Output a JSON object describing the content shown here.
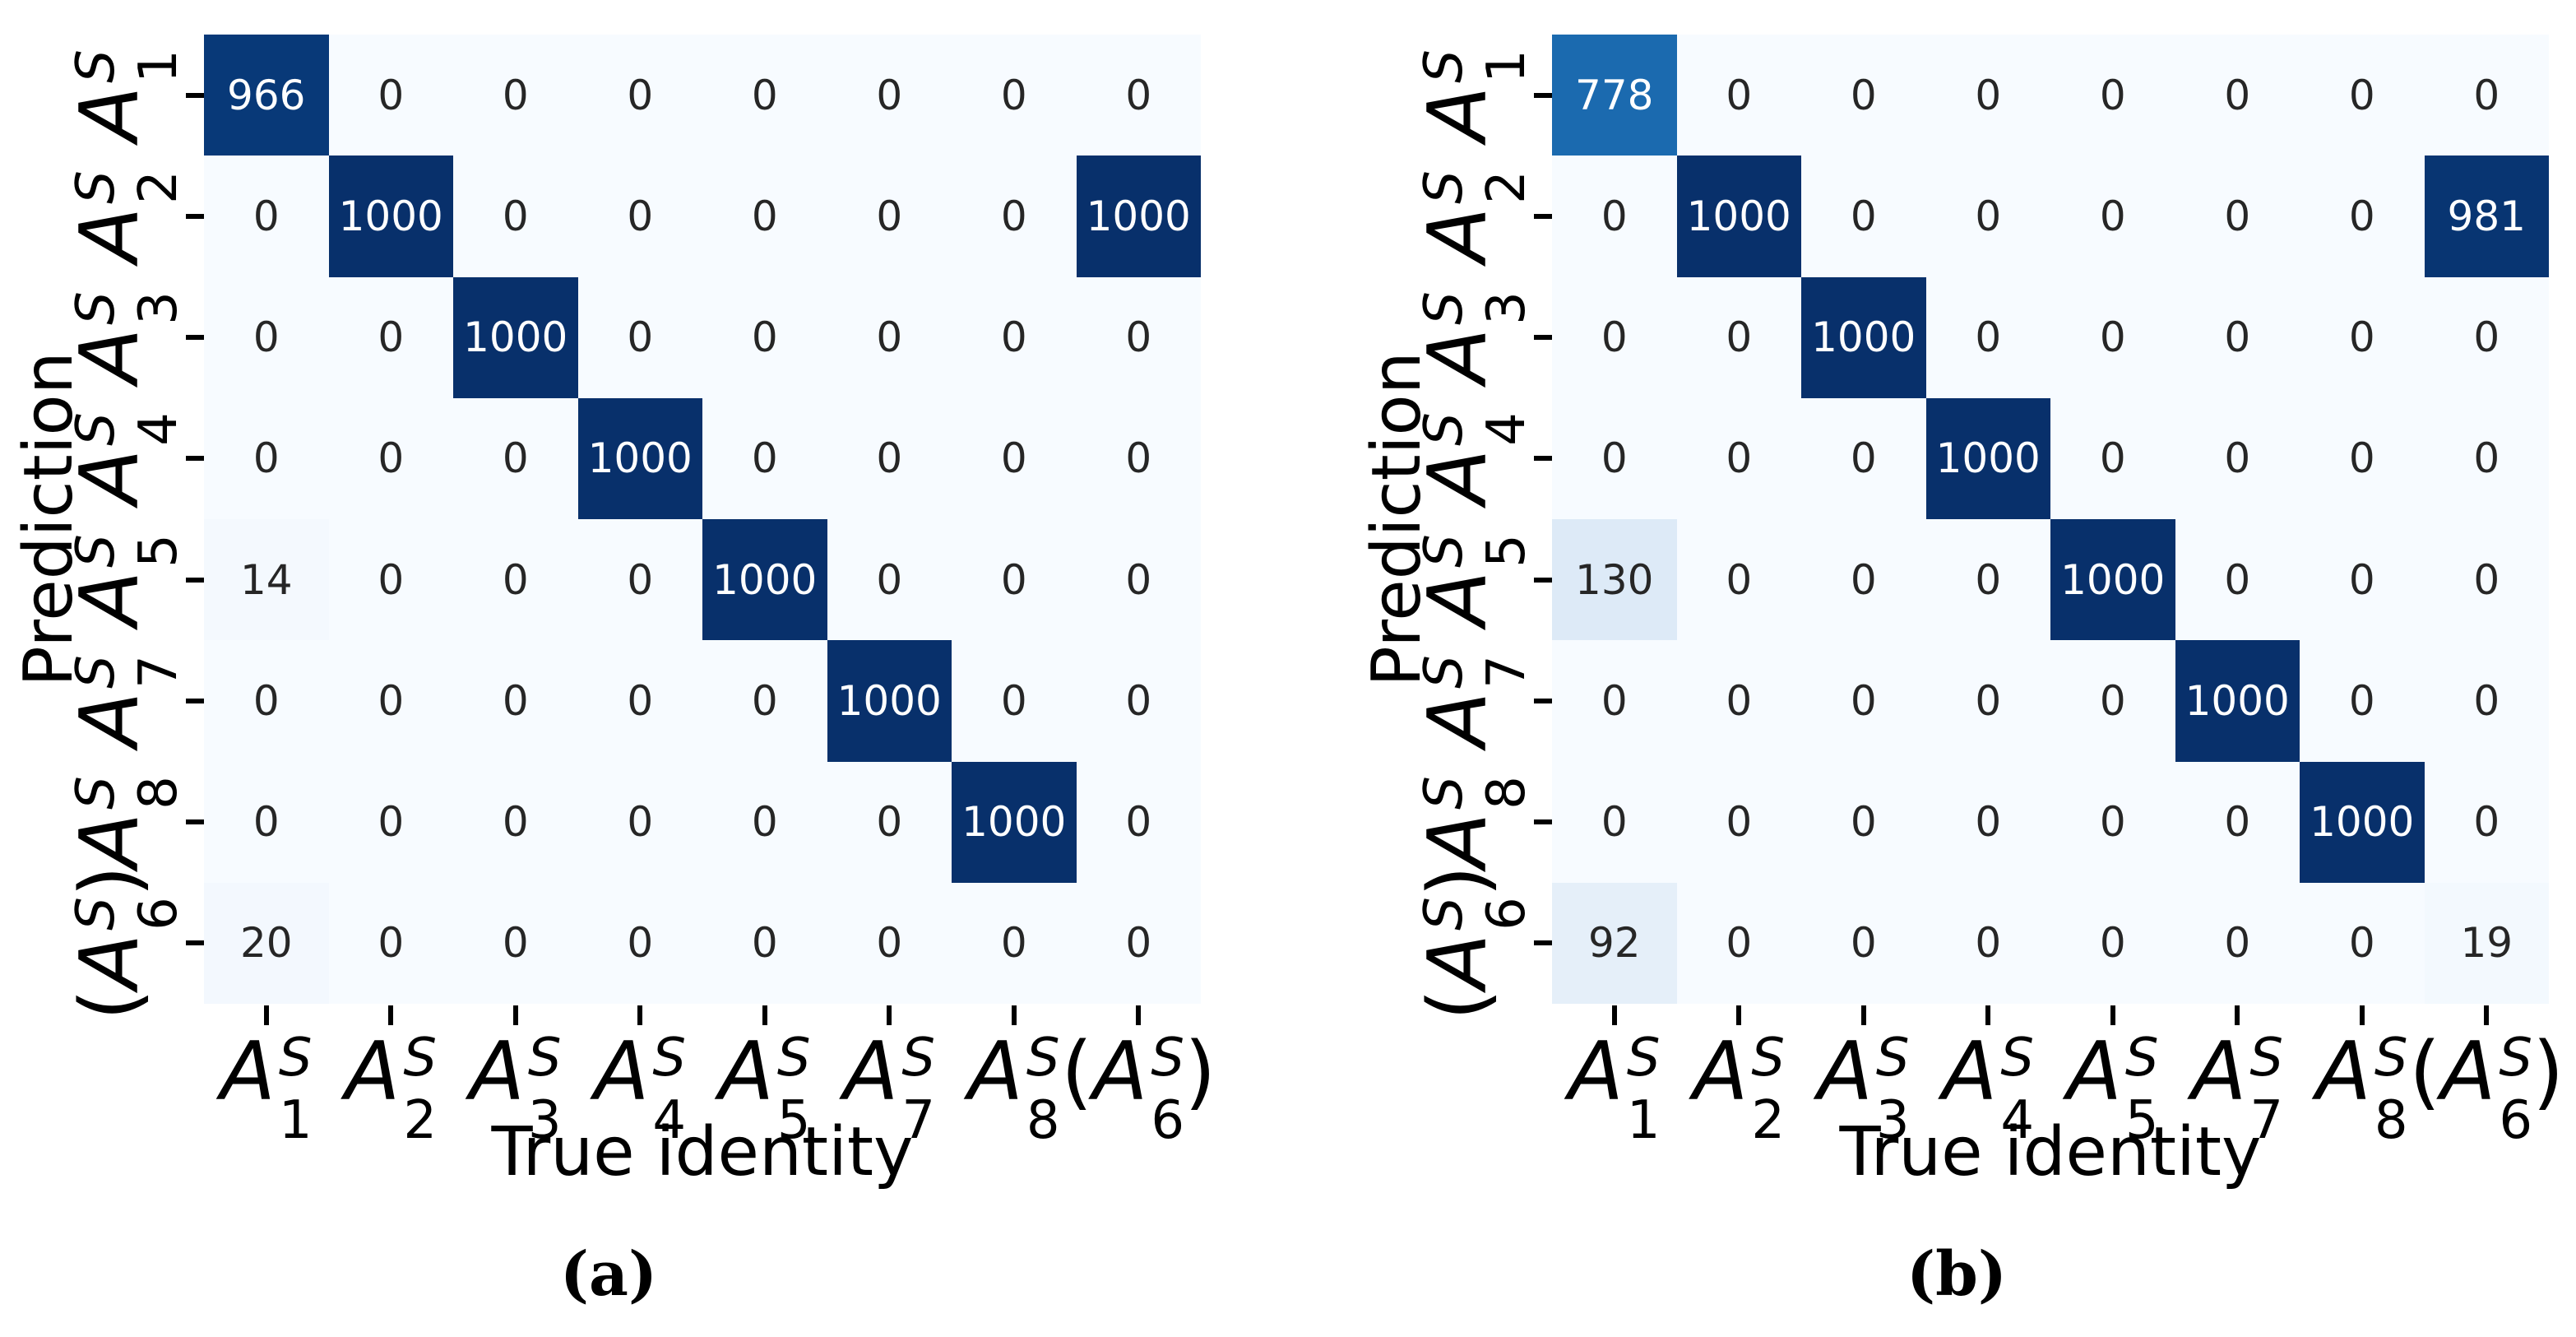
{
  "figure": {
    "background": "#ffffff",
    "panels": [
      {
        "caption": "(a)",
        "xlabel": "True identity",
        "ylabel": "Prediction"
      },
      {
        "caption": "(b)",
        "xlabel": "True identity",
        "ylabel": "Prediction"
      }
    ],
    "identity_labels": [
      {
        "open": "",
        "base": "A",
        "sup": "S",
        "sub": "1",
        "close": ""
      },
      {
        "open": "",
        "base": "A",
        "sup": "S",
        "sub": "2",
        "close": ""
      },
      {
        "open": "",
        "base": "A",
        "sup": "S",
        "sub": "3",
        "close": ""
      },
      {
        "open": "",
        "base": "A",
        "sup": "S",
        "sub": "4",
        "close": ""
      },
      {
        "open": "",
        "base": "A",
        "sup": "S",
        "sub": "5",
        "close": ""
      },
      {
        "open": "",
        "base": "A",
        "sup": "S",
        "sub": "7",
        "close": ""
      },
      {
        "open": "",
        "base": "A",
        "sup": "S",
        "sub": "8",
        "close": ""
      },
      {
        "open": "(",
        "base": "A",
        "sup": "S",
        "sub": "6",
        "close": ")"
      }
    ],
    "colors": {
      "tick": "#000000",
      "annotation_dark": "#262626",
      "annotation_light": "#ffffff",
      "colormap_name": "Blues",
      "cmap_anchors": [
        "#f7fbff",
        "#deebf7",
        "#c6dbef",
        "#9ecae1",
        "#6baed6",
        "#4292c6",
        "#2171b5",
        "#08519c",
        "#08306b"
      ]
    }
  },
  "chart_data": [
    {
      "type": "heatmap",
      "title": "(a)",
      "xlabel": "True identity",
      "ylabel": "Prediction",
      "x_labels": [
        "A_1^S",
        "A_2^S",
        "A_3^S",
        "A_4^S",
        "A_5^S",
        "A_7^S",
        "A_8^S",
        "(A_6^S)"
      ],
      "y_labels": [
        "A_1^S",
        "A_2^S",
        "A_3^S",
        "A_4^S",
        "A_5^S",
        "A_7^S",
        "A_8^S",
        "(A_6^S)"
      ],
      "vmin": 0,
      "vmax": 1000,
      "colormap": "Blues",
      "values": [
        [
          966,
          0,
          0,
          0,
          0,
          0,
          0,
          0
        ],
        [
          0,
          1000,
          0,
          0,
          0,
          0,
          0,
          1000
        ],
        [
          0,
          0,
          1000,
          0,
          0,
          0,
          0,
          0
        ],
        [
          0,
          0,
          0,
          1000,
          0,
          0,
          0,
          0
        ],
        [
          14,
          0,
          0,
          0,
          1000,
          0,
          0,
          0
        ],
        [
          0,
          0,
          0,
          0,
          0,
          1000,
          0,
          0
        ],
        [
          0,
          0,
          0,
          0,
          0,
          0,
          1000,
          0
        ],
        [
          20,
          0,
          0,
          0,
          0,
          0,
          0,
          0
        ]
      ]
    },
    {
      "type": "heatmap",
      "title": "(b)",
      "xlabel": "True identity",
      "ylabel": "Prediction",
      "x_labels": [
        "A_1^S",
        "A_2^S",
        "A_3^S",
        "A_4^S",
        "A_5^S",
        "A_7^S",
        "A_8^S",
        "(A_6^S)"
      ],
      "y_labels": [
        "A_1^S",
        "A_2^S",
        "A_3^S",
        "A_4^S",
        "A_5^S",
        "A_7^S",
        "A_8^S",
        "(A_6^S)"
      ],
      "vmin": 0,
      "vmax": 1000,
      "colormap": "Blues",
      "values": [
        [
          778,
          0,
          0,
          0,
          0,
          0,
          0,
          0
        ],
        [
          0,
          1000,
          0,
          0,
          0,
          0,
          0,
          981
        ],
        [
          0,
          0,
          1000,
          0,
          0,
          0,
          0,
          0
        ],
        [
          0,
          0,
          0,
          1000,
          0,
          0,
          0,
          0
        ],
        [
          130,
          0,
          0,
          0,
          1000,
          0,
          0,
          0
        ],
        [
          0,
          0,
          0,
          0,
          0,
          1000,
          0,
          0
        ],
        [
          0,
          0,
          0,
          0,
          0,
          0,
          1000,
          0
        ],
        [
          92,
          0,
          0,
          0,
          0,
          0,
          0,
          19
        ]
      ]
    }
  ]
}
